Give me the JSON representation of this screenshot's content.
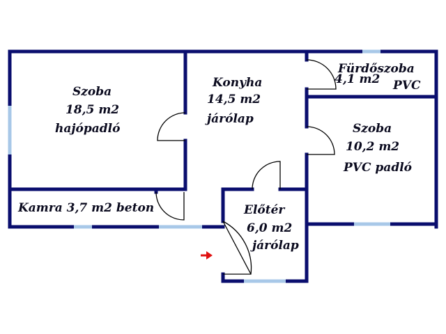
{
  "plan": {
    "wall_color": "#0a0e6e",
    "window_color": "#a8c8e8",
    "entry_arrow_color": "#e01010"
  },
  "rooms": {
    "szoba1": {
      "name": "Szoba",
      "area": "18,5 m2",
      "floor": "hajópadló"
    },
    "konyha": {
      "name": "Konyha",
      "area": "14,5 m2",
      "floor": "járólap"
    },
    "furdo": {
      "name": "Fürdőszoba",
      "area": "4,1 m2",
      "floor": "PVC"
    },
    "szoba2": {
      "name": "Szoba",
      "area": "10,2 m2",
      "floor": "PVC padló"
    },
    "kamra": {
      "label": "Kamra 3,7 m2 beton"
    },
    "eloter": {
      "name": "Előtér",
      "area": "6,0 m2",
      "floor": "járólap"
    }
  }
}
